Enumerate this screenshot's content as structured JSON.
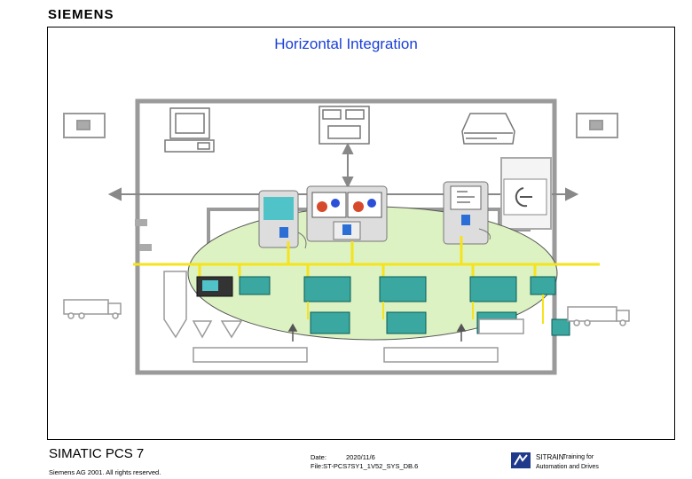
{
  "brand": "SIEMENS",
  "slide_title": "Horizontal Integration",
  "footer": {
    "product": "SIMATIC PCS 7",
    "copyright": "Siemens AG 2001. All rights reserved.",
    "date_label": "Date:",
    "date_value": "2020/11/6",
    "file_info": "File:ST-PCS7SY1_1V52_SYS_DB.6",
    "sitrain_name": "SITRAIN",
    "sitrain_tagline_1": "Training for",
    "sitrain_tagline_2": "Automation and Drives"
  },
  "colors": {
    "title": "#1a3fd6",
    "plant_area": "#ddf2c2",
    "bus": "#f5e31b",
    "frame_gray": "#9a9a9a",
    "monitor_screen": "#4fc3c8",
    "controller_teal": "#3aa7a0"
  }
}
